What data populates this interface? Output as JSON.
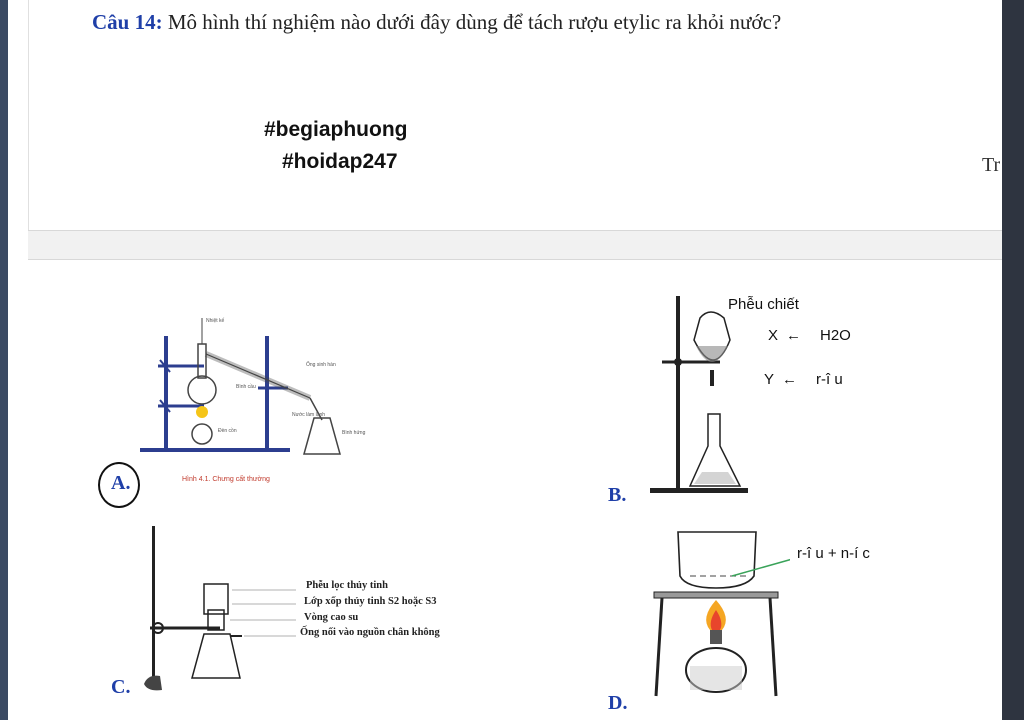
{
  "question": {
    "number": "Câu 14:",
    "text": "Mô hình thí nghiệm nào dưới đây dùng để tách rượu etylic ra khỏi nước?"
  },
  "tags": [
    "#begiaphuong",
    "#hoidap247"
  ],
  "partial_right_text": "Tr",
  "options": {
    "a": {
      "label": "A.",
      "caption": "Hình 4.1. Chưng cất thường"
    },
    "b": {
      "label": "B.",
      "funnel_label": "Phễu chiết",
      "x_label": "X",
      "x_value": "H2O",
      "y_label": "Y",
      "y_value": "r-î u"
    },
    "c": {
      "label": "C.",
      "lines": [
        "Phễu lọc thủy tinh",
        "Lớp xốp thủy tinh S2 hoặc S3",
        "Vòng cao su",
        "Ống nối vào nguồn chân không"
      ]
    },
    "d": {
      "label": "D.",
      "mixture_label": "r-î u + n-í c"
    }
  },
  "colors": {
    "question_number": "#1f3fa8",
    "option_label": "#1f3fa8",
    "stand_blue": "#2c3e8f",
    "flame": "#f5a623",
    "label_line": "#3aa35a"
  }
}
